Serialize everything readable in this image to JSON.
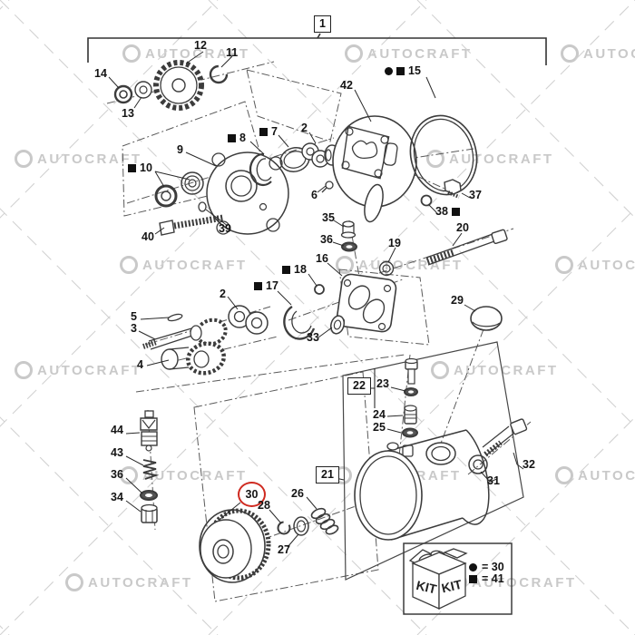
{
  "watermark": {
    "text": "AUTOCRAFT"
  },
  "legend": {
    "kit": "KIT",
    "dot_equals": "= 30",
    "square_equals": "= 41"
  },
  "labels": [
    {
      "t": "1"
    },
    {
      "t": "12"
    },
    {
      "t": "11"
    },
    {
      "t": "14"
    },
    {
      "t": "13"
    },
    {
      "t": "15"
    },
    {
      "t": "42"
    },
    {
      "t": "9"
    },
    {
      "t": "8"
    },
    {
      "t": "7"
    },
    {
      "t": "2"
    },
    {
      "t": "10"
    },
    {
      "t": "6"
    },
    {
      "t": "40"
    },
    {
      "t": "39"
    },
    {
      "t": "37"
    },
    {
      "t": "38"
    },
    {
      "t": "20"
    },
    {
      "t": "19"
    },
    {
      "t": "35"
    },
    {
      "t": "36"
    },
    {
      "t": "16"
    },
    {
      "t": "18"
    },
    {
      "t": "17"
    },
    {
      "t": "33"
    },
    {
      "t": "2"
    },
    {
      "t": "5"
    },
    {
      "t": "3"
    },
    {
      "t": "4"
    },
    {
      "t": "29"
    },
    {
      "t": "22"
    },
    {
      "t": "23"
    },
    {
      "t": "24"
    },
    {
      "t": "25"
    },
    {
      "t": "44"
    },
    {
      "t": "43"
    },
    {
      "t": "36"
    },
    {
      "t": "34"
    },
    {
      "t": "30"
    },
    {
      "t": "28"
    },
    {
      "t": "26"
    },
    {
      "t": "21"
    },
    {
      "t": "27"
    },
    {
      "t": "31"
    },
    {
      "t": "32"
    }
  ],
  "colors": {
    "line": "#3c3c3c",
    "label": "#141414",
    "highlight": "#cf2a20",
    "watermark": "#c9c9c9"
  }
}
